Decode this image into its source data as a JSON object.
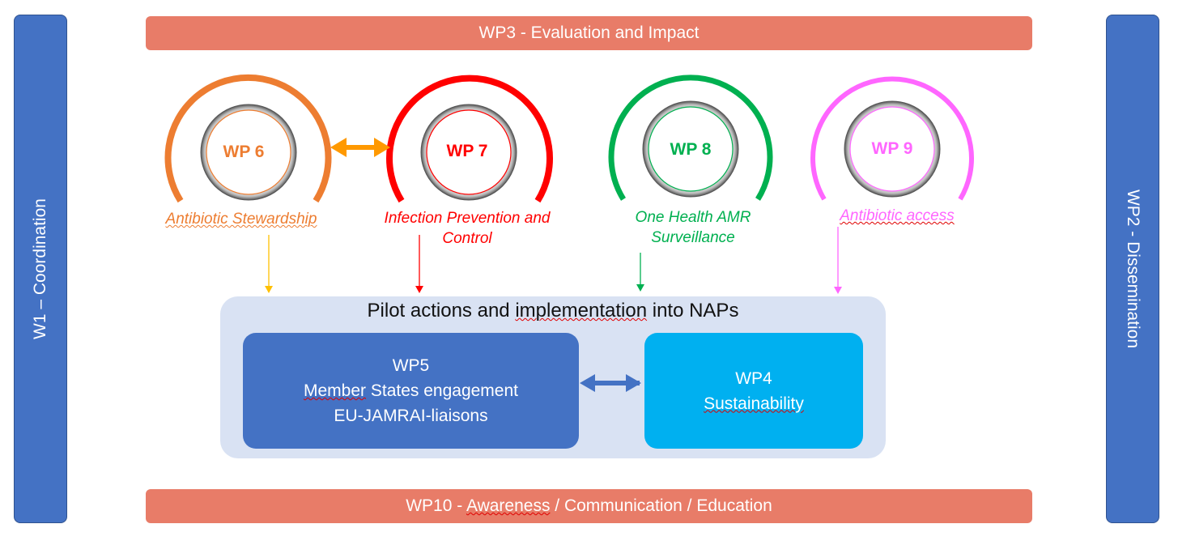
{
  "sidebars": {
    "left": "W1 – Coordination",
    "right": "WP2 - Dissemination"
  },
  "bars": {
    "top": "WP3 - Evaluation and Impact",
    "bottom_prefix": "WP10 - ",
    "bottom_awareness": "Awareness",
    "bottom_rest": " / Communication / Education"
  },
  "work_packages": [
    {
      "label": "WP 6",
      "color": "#ed7d31",
      "topic_lines": [
        "Antibiotic Stewardship"
      ]
    },
    {
      "label": "WP 7",
      "color": "#ff0000",
      "topic_lines": [
        "Infection Prevention and",
        "Control"
      ]
    },
    {
      "label": "WP 8",
      "color": "#00b050",
      "topic_lines": [
        "One Health AMR",
        "Surveillance"
      ]
    },
    {
      "label": "WP 9",
      "color": "#ff66ff",
      "topic_lines": [
        "Antibiotic access"
      ]
    }
  ],
  "pilot": {
    "title_prefix": "Pilot actions and ",
    "title_emph": "implementation",
    "title_suffix": " into NAPs"
  },
  "wp5": {
    "title": "WP5",
    "line2_a": "Member",
    "line2_b": " States engagement",
    "line3": "EU-JAMRAI-liaisons"
  },
  "wp4": {
    "title": "WP4",
    "line2": "Sustainability"
  },
  "colors": {
    "blue": "#4472c4",
    "cyan": "#00b0f0",
    "salmon": "#e87c68",
    "panel": "#d9e2f3",
    "orange_arrow": "#ff9900",
    "wp6_down_arrow": "#ffc000"
  }
}
